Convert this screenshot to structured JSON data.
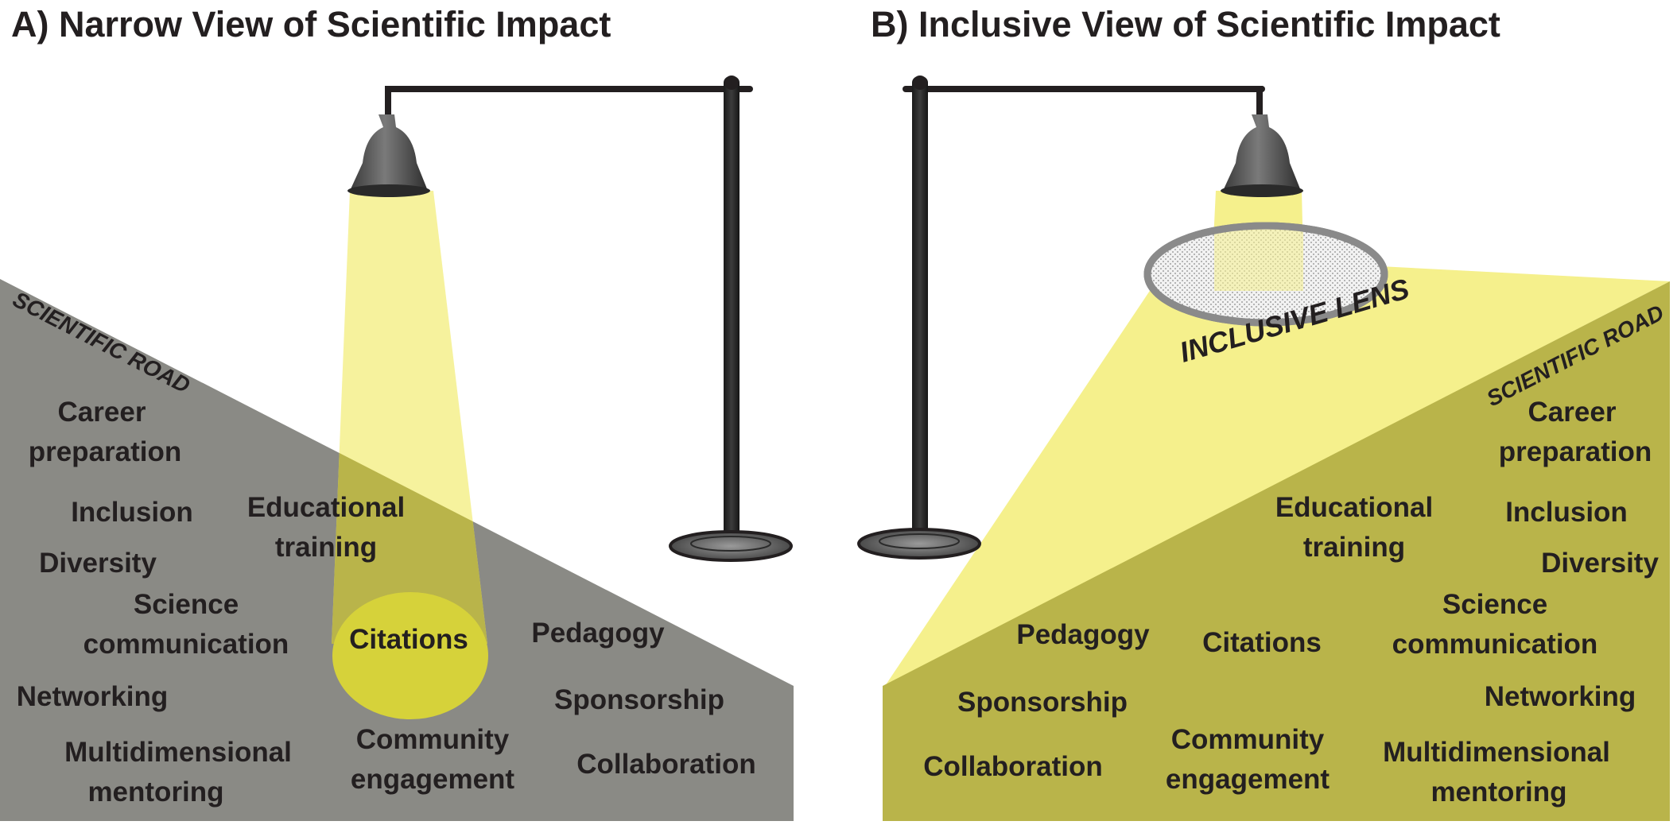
{
  "panel_a": {
    "title": "A) Narrow View of Scientific Impact",
    "road_label": "SCIENTIFIC ROAD",
    "items": {
      "career_1": "Career",
      "career_2": "preparation",
      "inclusion": "Inclusion",
      "diversity": "Diversity",
      "educational_1": "Educational",
      "educational_2": "training",
      "science_1": "Science",
      "science_2": "communication",
      "citations": "Citations",
      "pedagogy": "Pedagogy",
      "networking": "Networking",
      "sponsorship": "Sponsorship",
      "mentoring_1": "Multidimensional",
      "mentoring_2": "mentoring",
      "community_1": "Community",
      "community_2": "engagement",
      "collaboration": "Collaboration"
    }
  },
  "panel_b": {
    "title": "B) Inclusive View of Scientific Impact",
    "road_label": "SCIENTIFIC ROAD",
    "lens_label": "INCLUSIVE LENS",
    "items": {
      "career_1": "Career",
      "career_2": "preparation",
      "educational_1": "Educational",
      "educational_2": "training",
      "inclusion": "Inclusion",
      "diversity": "Diversity",
      "science_1": "Science",
      "science_2": "communication",
      "pedagogy": "Pedagogy",
      "citations": "Citations",
      "networking": "Networking",
      "sponsorship": "Sponsorship",
      "community_1": "Community",
      "community_2": "engagement",
      "mentoring_1": "Multidimensional",
      "mentoring_2": "mentoring",
      "collaboration": "Collaboration"
    }
  },
  "colors": {
    "road_gray": "#8a8a85",
    "road_olive": "#b9b44a",
    "light_beam": "#f5f08c",
    "spotlight": "#d6d23a",
    "lamp_dark": "#231f20",
    "lamp_shade": "#4a4a4a"
  }
}
